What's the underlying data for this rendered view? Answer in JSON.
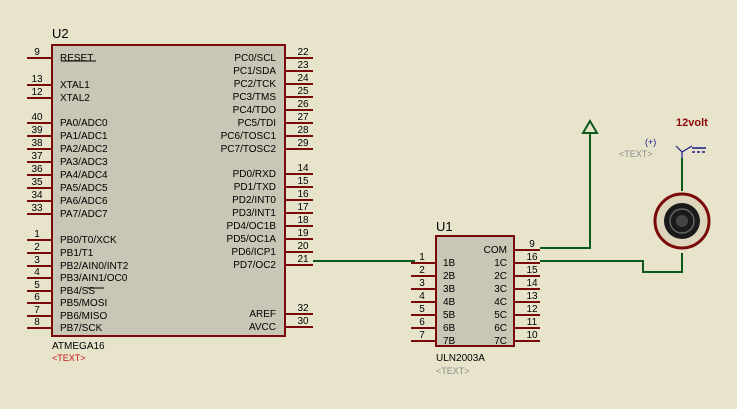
{
  "u2": {
    "ref": "U2",
    "part": "ATMEGA16",
    "text_tag": "<TEXT>",
    "left_pins": [
      {
        "num": "9",
        "name": "RESET"
      },
      {
        "num": "13",
        "name": "XTAL1"
      },
      {
        "num": "12",
        "name": "XTAL2"
      },
      {
        "num": "40",
        "name": "PA0/ADC0"
      },
      {
        "num": "39",
        "name": "PA1/ADC1"
      },
      {
        "num": "38",
        "name": "PA2/ADC2"
      },
      {
        "num": "37",
        "name": "PA3/ADC3"
      },
      {
        "num": "36",
        "name": "PA4/ADC4"
      },
      {
        "num": "35",
        "name": "PA5/ADC5"
      },
      {
        "num": "34",
        "name": "PA6/ADC6"
      },
      {
        "num": "33",
        "name": "PA7/ADC7"
      },
      {
        "num": "1",
        "name": "PB0/T0/XCK"
      },
      {
        "num": "2",
        "name": "PB1/T1"
      },
      {
        "num": "3",
        "name": "PB2/AIN0/INT2"
      },
      {
        "num": "4",
        "name": "PB3/AIN1/OC0"
      },
      {
        "num": "5",
        "name": "PB4/SS"
      },
      {
        "num": "6",
        "name": "PB5/MOSI"
      },
      {
        "num": "7",
        "name": "PB6/MISO"
      },
      {
        "num": "8",
        "name": "PB7/SCK"
      }
    ],
    "right_pins": [
      {
        "num": "22",
        "name": "PC0/SCL"
      },
      {
        "num": "23",
        "name": "PC1/SDA"
      },
      {
        "num": "24",
        "name": "PC2/TCK"
      },
      {
        "num": "25",
        "name": "PC3/TMS"
      },
      {
        "num": "26",
        "name": "PC4/TDO"
      },
      {
        "num": "27",
        "name": "PC5/TDI"
      },
      {
        "num": "28",
        "name": "PC6/TOSC1"
      },
      {
        "num": "29",
        "name": "PC7/TOSC2"
      },
      {
        "num": "14",
        "name": "PD0/RXD"
      },
      {
        "num": "15",
        "name": "PD1/TXD"
      },
      {
        "num": "16",
        "name": "PD2/INT0"
      },
      {
        "num": "17",
        "name": "PD3/INT1"
      },
      {
        "num": "18",
        "name": "PD4/OC1B"
      },
      {
        "num": "19",
        "name": "PD5/OC1A"
      },
      {
        "num": "20",
        "name": "PD6/ICP1"
      },
      {
        "num": "21",
        "name": "PD7/OC2"
      },
      {
        "num": "32",
        "name": "AREF"
      },
      {
        "num": "30",
        "name": "AVCC"
      }
    ]
  },
  "u1": {
    "ref": "U1",
    "part": "ULN2003A",
    "text_tag": "<TEXT>",
    "left_pins": [
      {
        "num": "1",
        "name": "1B"
      },
      {
        "num": "2",
        "name": "2B"
      },
      {
        "num": "3",
        "name": "3B"
      },
      {
        "num": "4",
        "name": "4B"
      },
      {
        "num": "5",
        "name": "5B"
      },
      {
        "num": "6",
        "name": "6B"
      },
      {
        "num": "7",
        "name": "7B"
      }
    ],
    "right_pins": [
      {
        "num": "9",
        "name": "COM"
      },
      {
        "num": "16",
        "name": "1C"
      },
      {
        "num": "15",
        "name": "2C"
      },
      {
        "num": "14",
        "name": "3C"
      },
      {
        "num": "13",
        "name": "4C"
      },
      {
        "num": "12",
        "name": "5C"
      },
      {
        "num": "11",
        "name": "6C"
      },
      {
        "num": "10",
        "name": "7C"
      }
    ]
  },
  "supply": {
    "value": "12volt",
    "polarity": "(+)",
    "text_tag": "<TEXT>"
  },
  "colors": {
    "background": "#e8e4cc",
    "chip_fill": "#c8c6b4",
    "outline": "#7a0a0a",
    "wire": "#0b5a1a",
    "red_text": "#c81414",
    "gray_text": "#8a8a8a"
  }
}
